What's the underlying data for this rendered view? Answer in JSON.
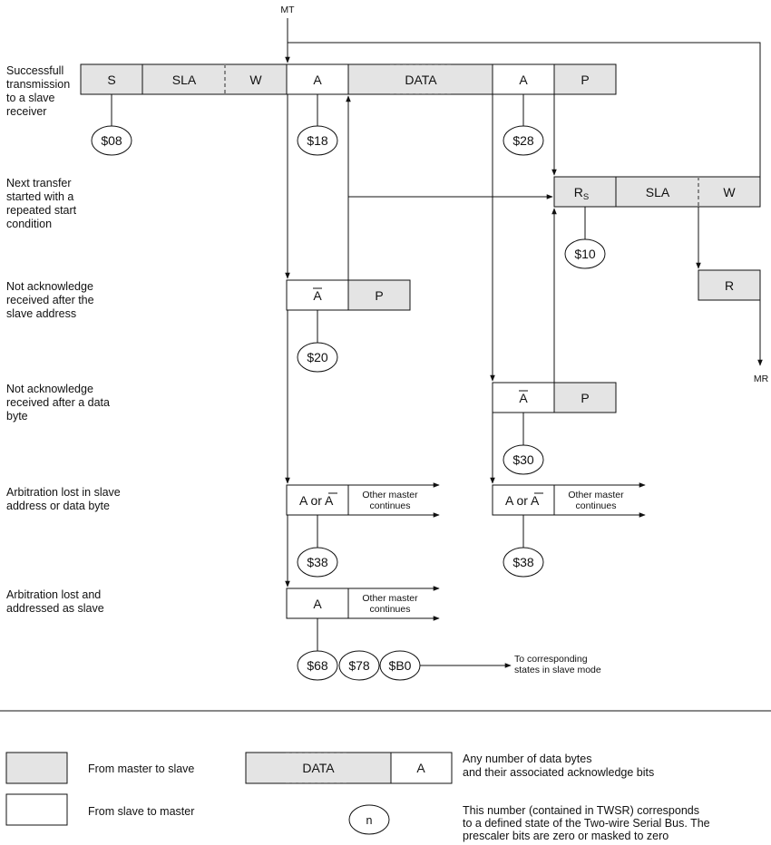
{
  "row_labels": {
    "successful": [
      "Successfull",
      "transmission",
      "to a slave",
      "receiver"
    ],
    "repeated_start": [
      "Next transfer",
      "started with a",
      "repeated start",
      "condition"
    ],
    "nack_address": [
      "Not acknowledge",
      "received after the",
      "slave address"
    ],
    "nack_data": [
      "Not acknowledge",
      "received after a data",
      "byte"
    ],
    "arb_lost": [
      "Arbitration lost in slave",
      "address or data byte"
    ],
    "arb_lost_slave": [
      "Arbitration lost and",
      "addressed as slave"
    ]
  },
  "mode_labels": {
    "top": "MT",
    "right": "MR"
  },
  "cells": {
    "S": "S",
    "SLA": "SLA",
    "W": "W",
    "A": "A",
    "DATA": "DATA",
    "P": "P",
    "RS_main": "R",
    "RS_sub": "S",
    "R": "R",
    "A_bar": "A",
    "A_or": "A or ",
    "other_master": [
      "Other master",
      "continues"
    ]
  },
  "states": {
    "s08": "$08",
    "s18": "$18",
    "s28": "$28",
    "s10": "$10",
    "s20": "$20",
    "s30": "$30",
    "s38": "$38",
    "s68": "$68",
    "s78": "$78",
    "sB0": "$B0"
  },
  "slave_mode_note": [
    "To corresponding",
    "states in slave mode"
  ],
  "legend": {
    "master_to_slave": "From master to slave",
    "slave_to_master": "From slave to master",
    "data": "DATA",
    "ack": "A",
    "data_desc": [
      "Any number of data bytes",
      "and their associated acknowledge bits"
    ],
    "n": "n",
    "n_desc": [
      "This number (contained in TWSR) corresponds",
      "to a defined state of the Two-wire Serial Bus. The",
      "prescaler bits are zero or masked to zero"
    ]
  }
}
